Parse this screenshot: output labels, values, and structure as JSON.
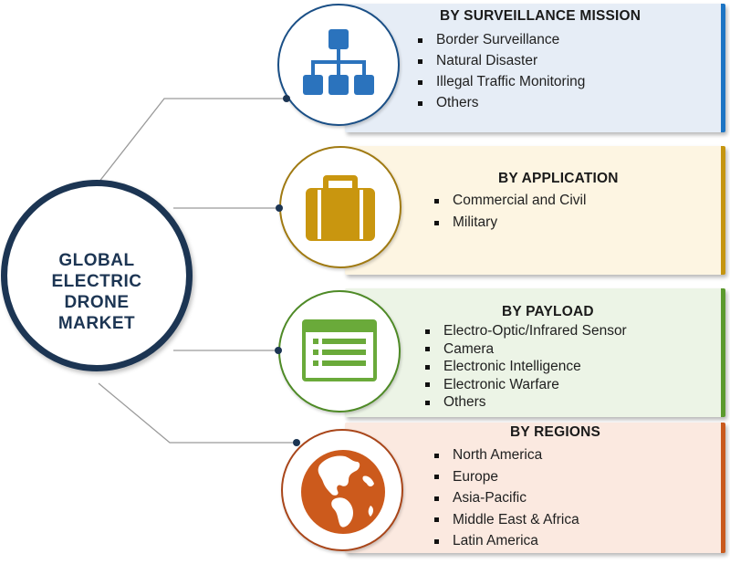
{
  "center": {
    "lines": [
      "GLOBAL",
      "ELECTRIC",
      "DRONE",
      "MARKET"
    ]
  },
  "segments": [
    {
      "title": "BY SURVEILLANCE MISSION",
      "icon": "hierarchy-icon",
      "items": [
        "Border Surveillance",
        "Natural Disaster",
        "Illegal Traffic Monitoring",
        "Others"
      ],
      "colors": {
        "panel": "#e6edf6",
        "edge": "#1d75c4",
        "icon": "#2b73bd",
        "ring": "#1a4f86"
      }
    },
    {
      "title": "BY APPLICATION",
      "icon": "briefcase-icon",
      "items": [
        "Commercial and Civil",
        "Military"
      ],
      "colors": {
        "panel": "#fdf5e2",
        "edge": "#c59510",
        "icon": "#c9960f",
        "ring": "#a07a12"
      }
    },
    {
      "title": "BY PAYLOAD",
      "icon": "list-window-icon",
      "items": [
        "Electro-Optic/Infrared Sensor",
        "Camera",
        "Electronic Intelligence",
        "Electronic Warfare",
        "Others"
      ],
      "colors": {
        "panel": "#ecf4e6",
        "edge": "#5c9a2e",
        "icon": "#6aaa3a",
        "ring": "#4e8a26"
      }
    },
    {
      "title": "BY REGIONS",
      "icon": "globe-icon",
      "items": [
        "North America",
        "Europe",
        "Asia-Pacific",
        "Middle East & Africa",
        "Latin America"
      ],
      "colors": {
        "panel": "#fbe9e0",
        "edge": "#c95a1e",
        "icon": "#cc5a1c",
        "ring": "#a9461a"
      }
    }
  ]
}
